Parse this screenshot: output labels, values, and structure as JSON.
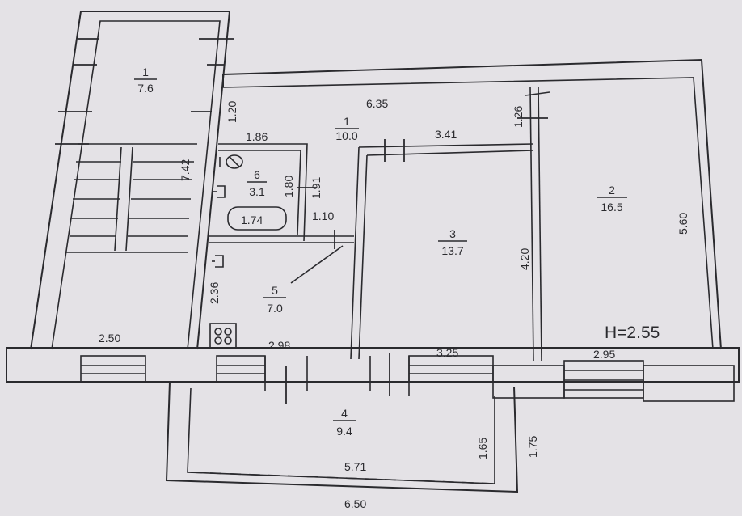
{
  "rooms": {
    "stair_hall": {
      "number": "1",
      "area": "7.6"
    },
    "corridor": {
      "number": "1",
      "area": "10.0"
    },
    "room2": {
      "number": "2",
      "area": "16.5"
    },
    "room3": {
      "number": "3",
      "area": "13.7"
    },
    "balcony": {
      "number": "4",
      "area": "9.4"
    },
    "kitchen": {
      "number": "5",
      "area": "7.0"
    },
    "bathroom": {
      "number": "6",
      "area": "3.1"
    }
  },
  "dimensions": {
    "d_635": "6.35",
    "d_120": "1.20",
    "d_186": "1.86",
    "d_341": "3.41",
    "d_126": "1.26",
    "d_742": "7.42",
    "d_180": "1.80",
    "d_191": "1.91",
    "d_174": "1.74",
    "d_110": "1.10",
    "d_420": "4.20",
    "d_560": "5.60",
    "d_236": "2.36",
    "d_250": "2.50",
    "d_298": "2.98",
    "d_325": "3.25",
    "d_295": "2.95",
    "d_165": "1.65",
    "d_175": "1.75",
    "d_571": "5.71",
    "d_650": "6.50"
  },
  "ceiling_height": "H=2.55",
  "icons": [
    "toilet-icon",
    "sink-icon",
    "bathtub-icon",
    "stove-icon"
  ],
  "colors": {
    "line": "#2a2a2e",
    "paper": "#e4e2e6"
  }
}
